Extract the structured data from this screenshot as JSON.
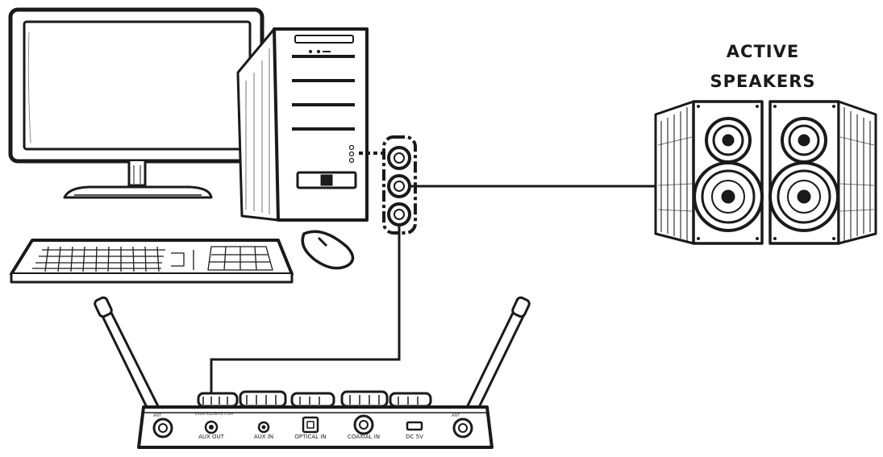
{
  "speakers": {
    "label_line1": "ACTIVE",
    "label_line2": "SPEAKERS"
  },
  "receiver": {
    "brand_url": "VINNYKLUBHS.COM",
    "ant_left": "ANT",
    "ant_right": "ANT",
    "ports": [
      "AUX OUT",
      "AUX IN",
      "OPTICAL IN",
      "COAXIAL IN",
      "DC 5V"
    ]
  },
  "colors": {
    "ink": "#1a1a1a",
    "paper": "#ffffff"
  }
}
